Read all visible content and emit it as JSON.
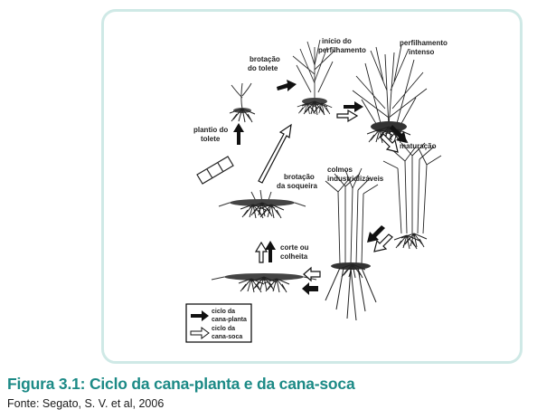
{
  "labels": {
    "inicio_perfilhamento": [
      "início do",
      "perfilhamento"
    ],
    "perfilhamento_intenso": [
      "perfilhamento",
      "intenso"
    ],
    "brotacao_tolete": [
      "brotação",
      "do tolete"
    ],
    "plantio_tolete": [
      "plantio do",
      "tolete"
    ],
    "maturacao": [
      "maturação"
    ],
    "brotacao_soqueira": [
      "brotação",
      "da soqueira"
    ],
    "colmos_industrializaveis": [
      "colmos",
      "industrializáveis"
    ],
    "corte_colheita": [
      "corte ou",
      "colheita"
    ]
  },
  "legend": {
    "cana_planta": [
      "ciclo da",
      "cana-planta"
    ],
    "cana_soca": [
      "ciclo da",
      "cana-soca"
    ]
  },
  "caption": "Figura 3.1: Ciclo da cana-planta e da cana-soca",
  "source": "Fonte: Segato, S. V. et al, 2006"
}
